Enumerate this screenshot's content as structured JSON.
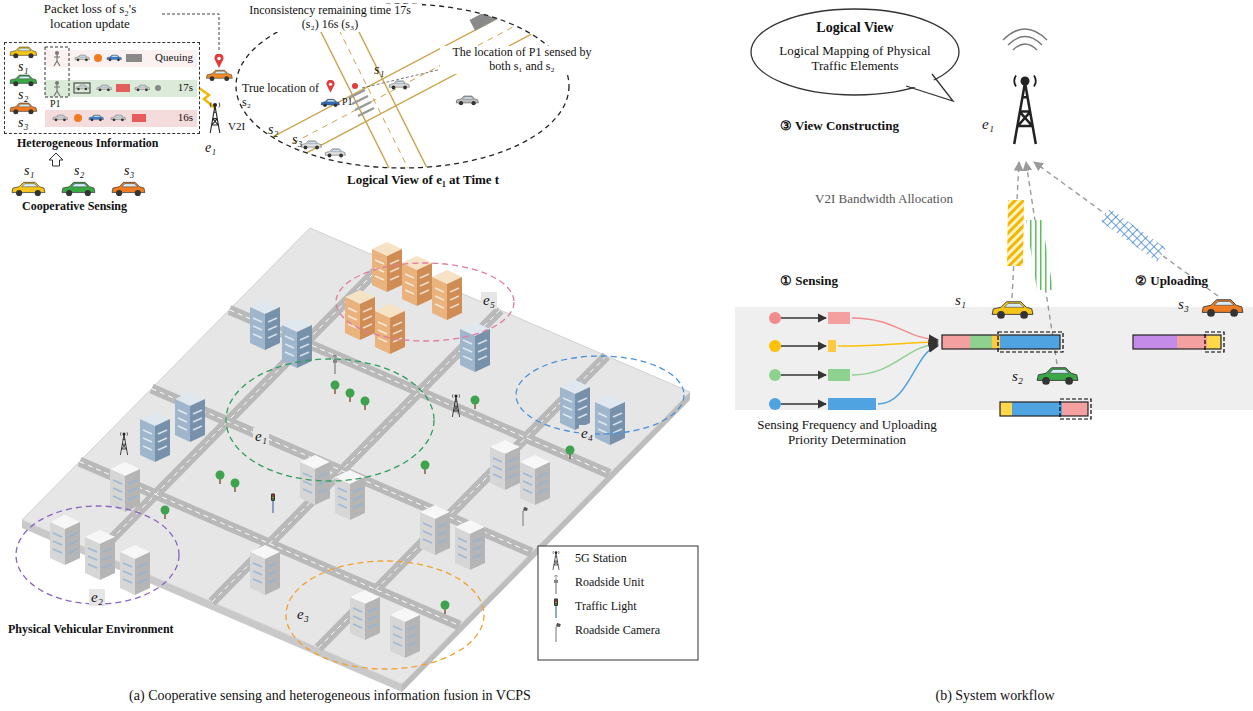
{
  "diagram": {
    "nodes": [
      {
        "text": [
          "Heterogeneous Information"
        ]
      },
      {
        "text": [
          "Queuing"
        ],
        "in": 0
      },
      {
        "text": [
          "17s"
        ],
        "in": 0
      },
      {
        "text": [
          "16s"
        ],
        "in": 0
      },
      {
        "text": [
          "Logical View of e₁ at Time t"
        ]
      },
      {
        "text": [
          "e₅"
        ]
      },
      {
        "text": [
          "e₁"
        ]
      },
      {
        "text": [
          "e₂"
        ]
      },
      {
        "text": [
          "e₄"
        ]
      },
      {
        "text": [
          "e₃"
        ]
      },
      {
        "text": [
          "Logical View",
          "Logical Mapping of Physical Traffic Elements"
        ]
      }
    ],
    "labels": [
      "Packet loss of s₂'s location update",
      "s₁",
      "s₂",
      "s₃",
      "P1",
      "V2I",
      "e₁",
      "Inconsistency remaining time 17s (s₂) 16s (s₃)",
      "True location of s₂",
      "s₁",
      "P1",
      "The location of P1 sensed by both s₁ and s₂",
      "s₂",
      "s₃",
      "s₁",
      "s₂",
      "s₃",
      "Cooperative Sensing",
      "Physical Vehicular Environment",
      "(a) Cooperative sensing and heterogeneous information fusion in VCPS",
      "③ View Constructing",
      "e₁",
      "V2I Bandwidth Allocation",
      "① Sensing",
      "② Uploading",
      "s₁",
      "s₂",
      "s₃",
      "Sensing Frequency and Uploading Priority Determination",
      "(b) System workflow"
    ],
    "legend": [
      {
        "text": "5G Station"
      },
      {
        "text": "Roadside Unit"
      },
      {
        "text": "Traffic Light"
      },
      {
        "text": "Roadside Camera"
      }
    ]
  }
}
